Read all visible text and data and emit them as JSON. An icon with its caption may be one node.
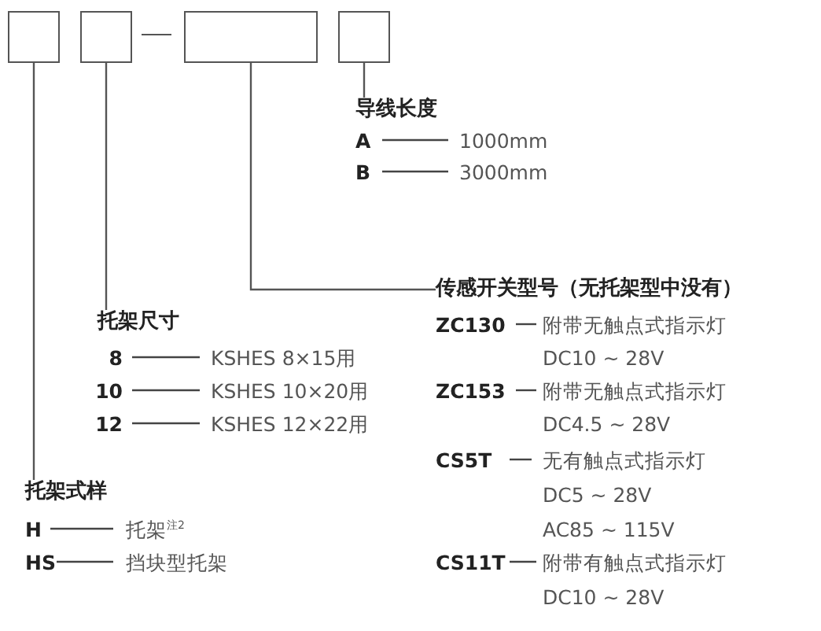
{
  "diagram": {
    "nodes": [
      {
        "text": [],
        "shape": "box"
      },
      {
        "text": [],
        "shape": "box"
      },
      {
        "text": [],
        "shape": "box"
      },
      {
        "text": [],
        "shape": "box"
      },
      {
        "text": [
          "导线长度"
        ]
      },
      {
        "text": [
          "传感开关型号（无托架型中没有）"
        ]
      },
      {
        "text": [
          "托架尺寸"
        ]
      },
      {
        "text": [
          "托架式样"
        ]
      }
    ],
    "edges": [
      {
        "from": 3,
        "to": 4,
        "arrow": "none"
      },
      {
        "from": 2,
        "to": 5,
        "arrow": "none"
      },
      {
        "from": 1,
        "to": 6,
        "arrow": "none"
      },
      {
        "from": 0,
        "to": 7,
        "arrow": "none"
      }
    ],
    "labels": [
      "A",
      "1000mm",
      "B",
      "3000mm",
      "ZC130",
      "附带无触点式指示灯",
      "8",
      "KSHES 8×15用",
      "DC10 ~ 28V",
      "10",
      "KSHES 10×20用",
      "ZC153",
      "附带无触点式指示灯",
      "12",
      "KSHES 12×22用",
      "DC4.5 ~ 28V",
      "CS5T",
      "无有触点式指示灯",
      "DC5 ~ 28V",
      "H",
      "托架$^{注2}$",
      "AC85 ~ 115V",
      "HS",
      "挡块型托架",
      "CS11T",
      "附带有触点式指示灯",
      "DC10 ~ 28V"
    ]
  }
}
